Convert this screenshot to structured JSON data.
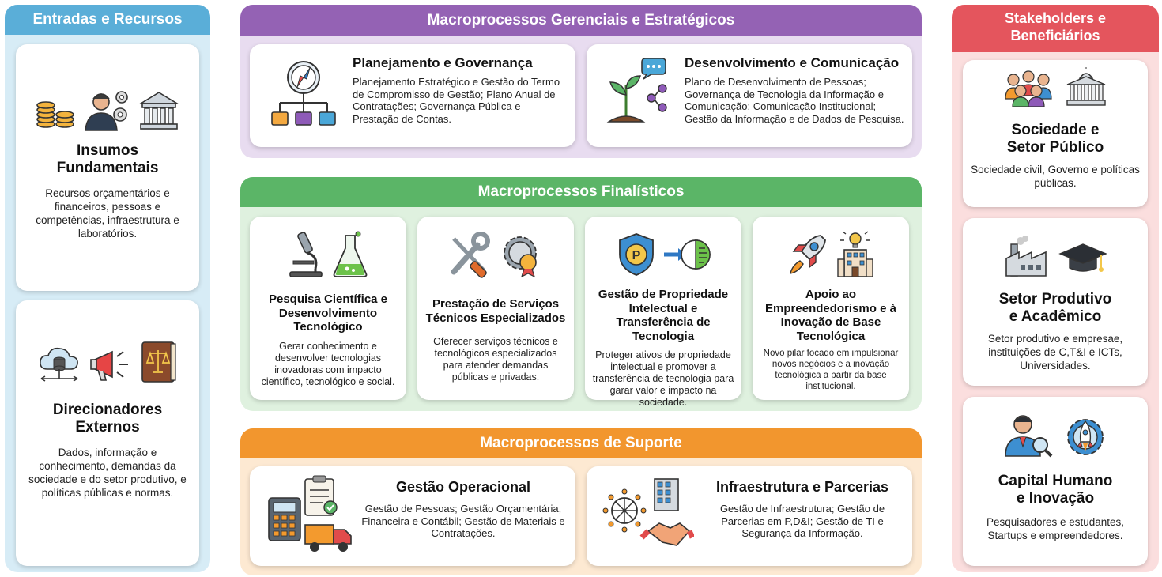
{
  "left": {
    "header": "Entradas e Recursos",
    "cards": [
      {
        "title_line1": "Insumos",
        "title_line2": "Fundamentais",
        "text": "Recursos orçamentários e financeiros, pessoas e competências, infraestrutura e laboratórios.",
        "icons": [
          "coins-icon",
          "person-gears-icon",
          "institution-building-icon"
        ]
      },
      {
        "title_line1": "Direcionadores",
        "title_line2": "Externos",
        "text": "Dados, informação e conhecimento, demandas da sociedade e do setor produtivo, e políticas públicas e normas.",
        "icons": [
          "cloud-database-icon",
          "megaphone-icon",
          "law-book-icon"
        ]
      }
    ]
  },
  "gerenciais": {
    "header": "Macroprocessos Gerenciais e Estratégicos",
    "cards": [
      {
        "title": "Planejamento e Governança",
        "text": "Planejamento Estratégico e Gestão do Termo de Compromisso de Gestão; Plano Anual de Contratações; Governança Pública e Prestação de Contas.",
        "icons": [
          "compass-hierarchy-icon"
        ]
      },
      {
        "title": "Desenvolvimento e Comunicação",
        "text": "Plano de Desenvolvimento de Pessoas; Governança de Tecnologia da Informação e Comunicação; Comunicação Institucional; Gestão da Informação e de Dados de Pesquisa.",
        "icons": [
          "plant-chat-share-icon"
        ]
      }
    ]
  },
  "finalisticos": {
    "header": "Macroprocessos Finalísticos",
    "cards": [
      {
        "title": "Pesquisa Científica e Desenvolvimento Tecnológico",
        "text": "Gerar conhecimento e desenvolver tecnologias inovadoras com impacto científico, tecnológico e social.",
        "icons": [
          "microscope-icon",
          "flask-icon"
        ]
      },
      {
        "title": "Prestação de Serviços Técnicos Especializados",
        "text": "Oferecer serviços técnicos e tecnológicos especializados para atender demandas públicas e privadas.",
        "icons": [
          "tools-icon",
          "gear-award-icon"
        ]
      },
      {
        "title": "Gestão de Propriedade Intelectual e Transferência de Tecnologia",
        "text": "Proteger ativos de propriedade intelectual e promover a transferência de tecnologia para garar valor e impacto na sociedade.",
        "icons": [
          "patent-shield-icon",
          "document-transfer-icon"
        ]
      },
      {
        "title": "Apoio ao Empreendedorismo e à Inovação de Base Tecnológica",
        "text": "Novo pilar focado em impulsionar novos negócios e a inovação tecnológica a partir da base institucional.",
        "icons": [
          "rocket-icon",
          "idea-building-icon"
        ]
      }
    ]
  },
  "suporte": {
    "header": "Macroprocessos de Suporte",
    "cards": [
      {
        "title": "Gestão Operacional",
        "text": "Gestão de Pessoas; Gestão Orçamentária, Financeira e Contábil; Gestão de Materiais e Contratações.",
        "icons": [
          "calculator-clipboard-truck-icon"
        ]
      },
      {
        "title": "Infraestrutura e Parcerias",
        "text": "Gestão de Infraestrutura; Gestão de Parcerias em P,D&I; Gestão de TI e Segurança da Informação.",
        "icons": [
          "network-building-handshake-icon"
        ]
      }
    ]
  },
  "right": {
    "header_line1": "Stakeholders e",
    "header_line2": "Beneficiários",
    "cards": [
      {
        "title_line1": "Sociedade e",
        "title_line2": "Setor Público",
        "text": "Sociedade civil, Governo e políticas públicas.",
        "icons": [
          "people-group-icon",
          "government-building-icon"
        ]
      },
      {
        "title_line1": "Setor Produtivo",
        "title_line2": "e Acadêmico",
        "text": "Setor produtivo e empresae, instituições de C,T&I e ICTs, Universidades.",
        "icons": [
          "factory-icon",
          "graduation-cap-icon"
        ]
      },
      {
        "title_line1": "Capital Humano",
        "title_line2": "e Inovação",
        "text": "Pesquisadores e estudantes, Startups e empreendedores.",
        "icons": [
          "person-magnifier-icon",
          "rocket-gear-icon"
        ]
      }
    ]
  },
  "colors": {
    "left_accent": "#5aaed8",
    "gerenciais_accent": "#9462b4",
    "finalisticos_accent": "#5bb567",
    "suporte_accent": "#f2962e",
    "right_accent": "#e4555d"
  }
}
